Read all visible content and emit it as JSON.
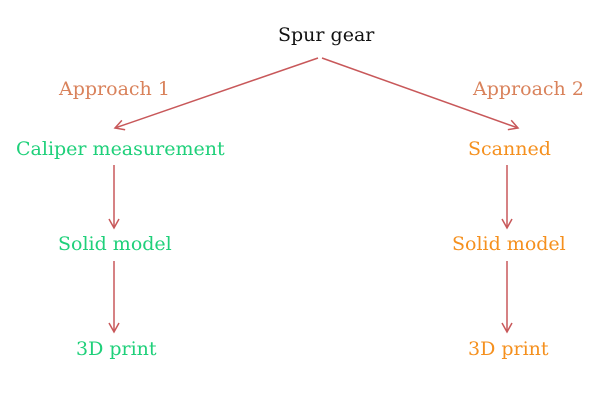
{
  "diagram": {
    "root": "Spur gear",
    "left_branch": {
      "approach": "Approach 1",
      "steps": [
        "Caliper measurement",
        "Solid model",
        "3D print"
      ]
    },
    "right_branch": {
      "approach": "Approach 2",
      "steps": [
        "Scanned",
        "Solid model",
        "3D print"
      ]
    }
  },
  "colors": {
    "root_text": "#111111",
    "approach_text": "#d9825b",
    "left_steps": "#1fd07a",
    "right_steps": "#f5901e",
    "arrows": "#c8585a"
  }
}
